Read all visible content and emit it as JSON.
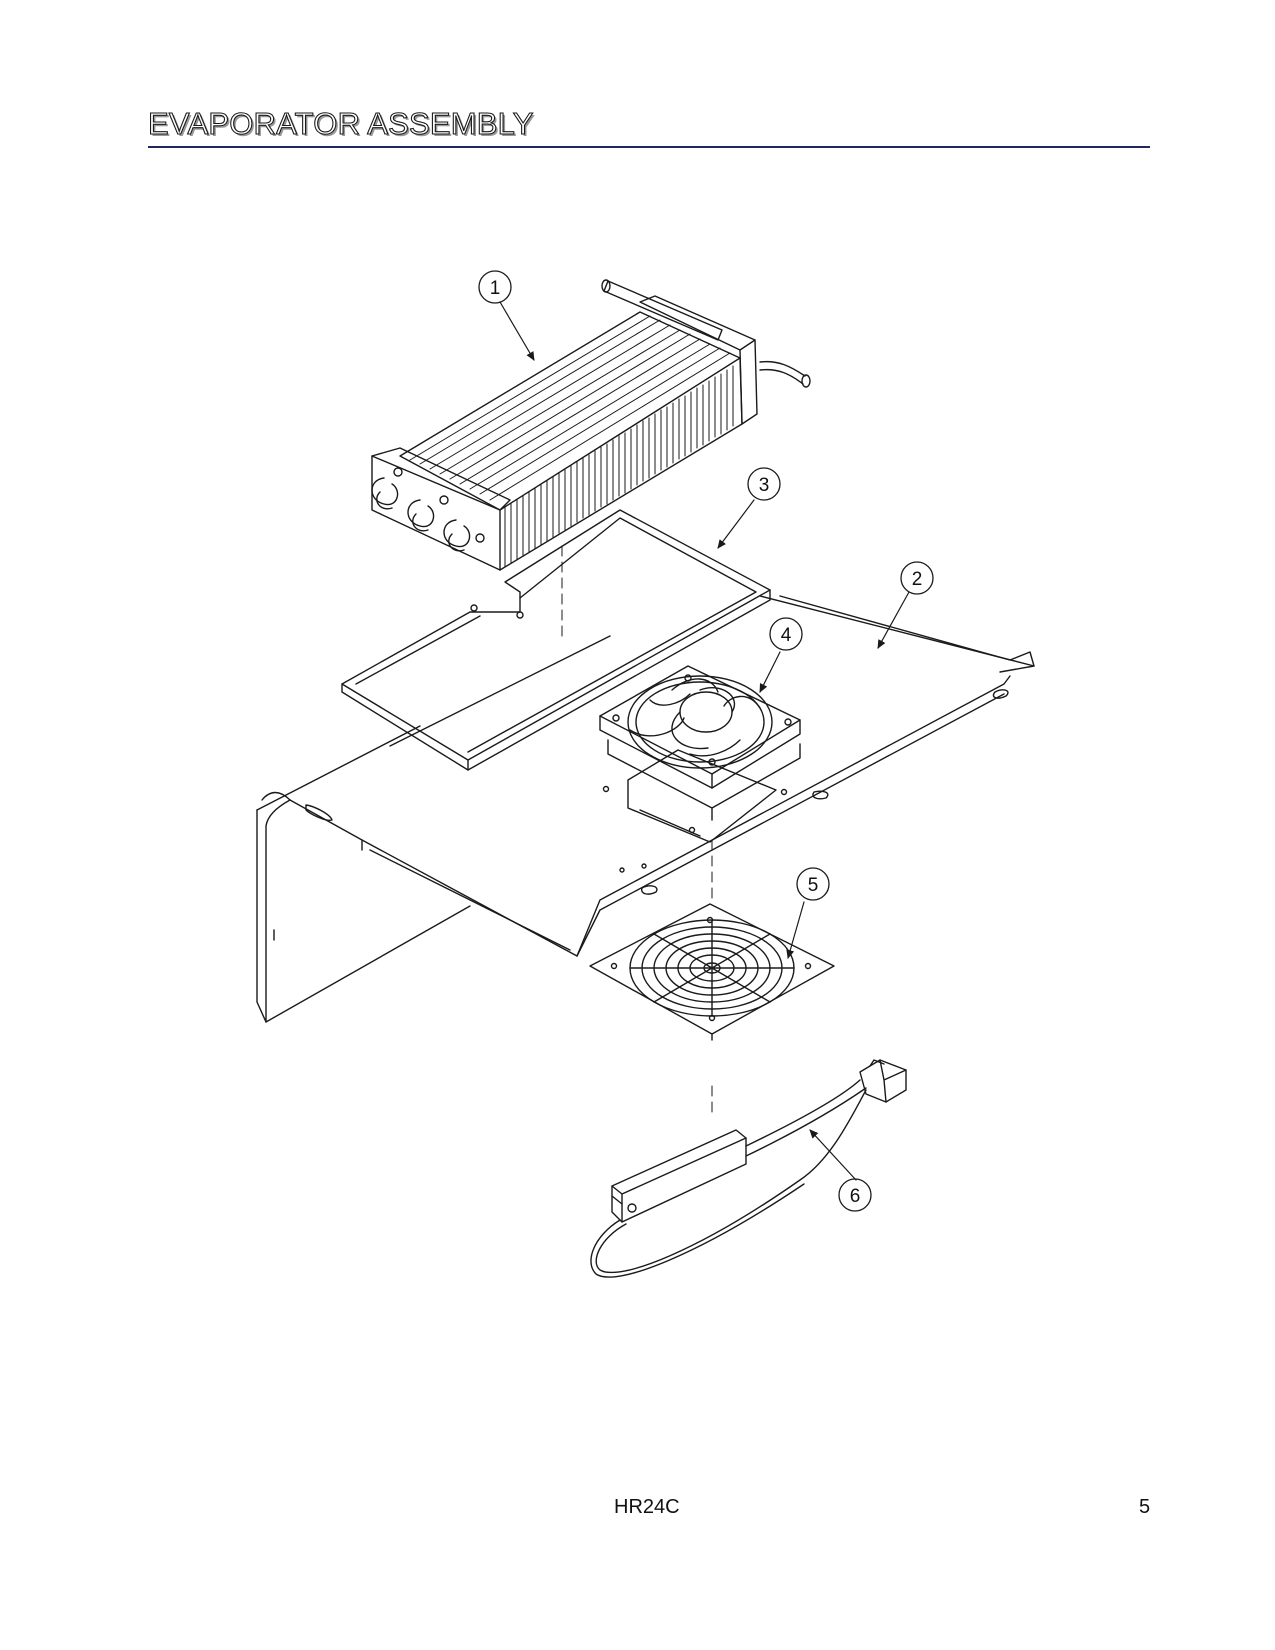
{
  "title": "EVAPORATOR ASSEMBLY",
  "callouts": [
    {
      "id": "callout-1",
      "label": "1"
    },
    {
      "id": "callout-2",
      "label": "2"
    },
    {
      "id": "callout-3",
      "label": "3"
    },
    {
      "id": "callout-4",
      "label": "4"
    },
    {
      "id": "callout-5",
      "label": "5"
    },
    {
      "id": "callout-6",
      "label": "6"
    }
  ],
  "footer": {
    "model": "HR24C",
    "page_number": "5"
  },
  "colors": {
    "title_rule": "#1f2a5c",
    "line": "#1a1a1a"
  }
}
